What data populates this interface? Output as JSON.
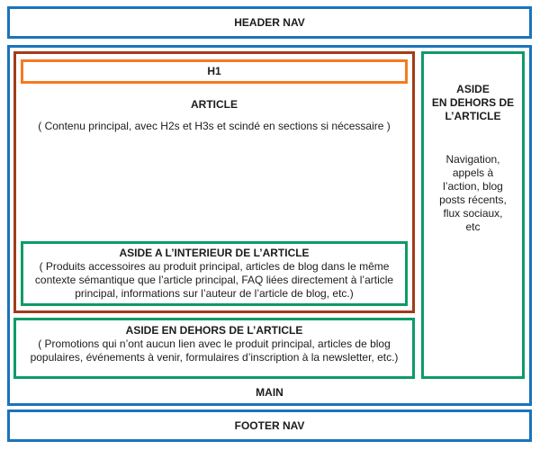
{
  "colors": {
    "blue": "#1a74bc",
    "rust": "#a33b18",
    "orange": "#f57b20",
    "green": "#0e9b68"
  },
  "header": {
    "label": "HEADER NAV"
  },
  "footer": {
    "label": "FOOTER NAV"
  },
  "main": {
    "label": "MAIN",
    "article": {
      "h1_label": "H1",
      "title": "ARTICLE",
      "description": "( Contenu principal, avec H2s et H3s et scindé en sections si nécessaire )",
      "aside_inside": {
        "title": "ASIDE A L’INTERIEUR DE L’ARTICLE",
        "description": "( Produits accessoires au produit principal, articles de blog dans le même contexte sémantique que l’article principal, FAQ liées directement à l’article principal, informations sur l’auteur de l’article de blog, etc.)"
      },
      "aside_outside_below": {
        "title": "ASIDE EN DEHORS DE L’ARTICLE",
        "description": "( Promotions qui n’ont aucun lien avec le produit principal, articles de blog populaires, événements à venir, formulaires d’inscription à la newsletter, etc.)"
      }
    },
    "aside_outside_right": {
      "title": "ASIDE\nEN DEHORS DE\nL’ARTICLE",
      "description": "Navigation,\nappels à\nl’action, blog\nposts récents,\nflux sociaux,\netc"
    }
  }
}
